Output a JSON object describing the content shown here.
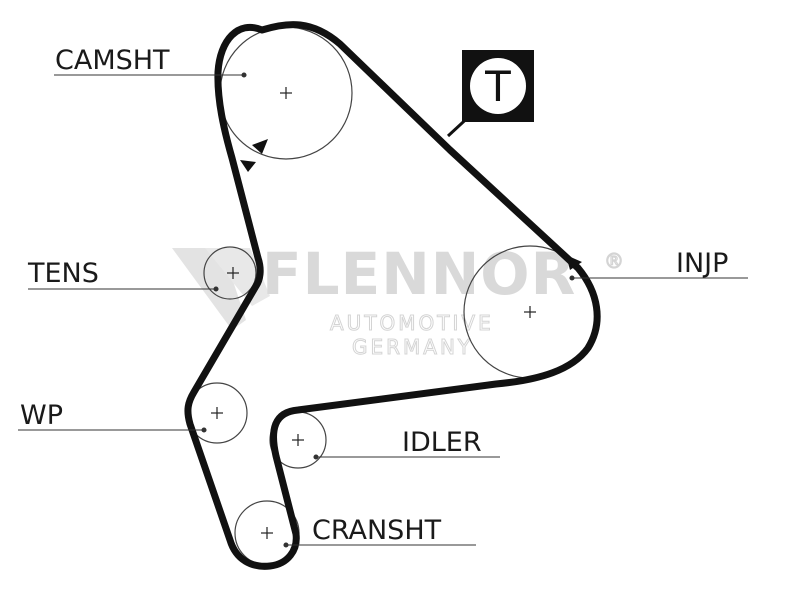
{
  "watermark": {
    "brand": "FLENNOR",
    "registered": "®",
    "line1": "AUTOMOTIVE",
    "line2": "GERMANY"
  },
  "labels": {
    "camshaft": "CAMSHT",
    "tensioner": "TENS",
    "water_pump": "WP",
    "injection_pump": "INJP",
    "idler": "IDLER",
    "crankshaft": "CRANSHT"
  },
  "timing_badge": {
    "letter": "T"
  },
  "colors": {
    "belt": "#111111",
    "pulley_outline": "#444444",
    "watermark": "#d9d9d9"
  }
}
